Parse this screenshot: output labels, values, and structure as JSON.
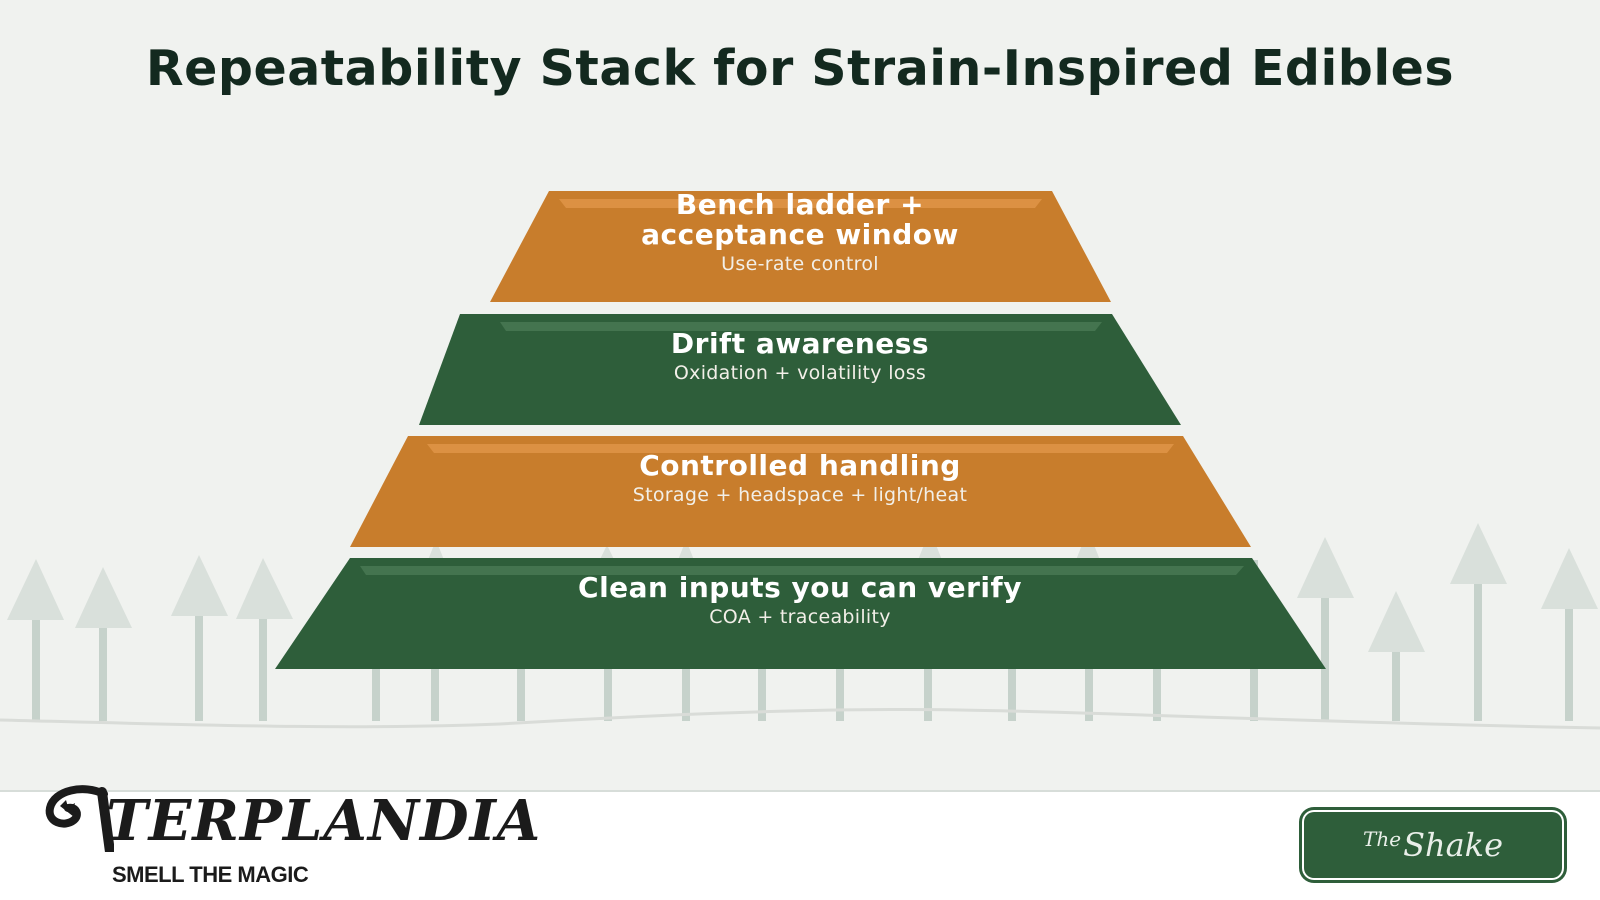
{
  "title": "Repeatability Stack for Strain-Inspired Edibles",
  "colors": {
    "background": "#f0f2ef",
    "title": "#13291f",
    "orange": "#c87d2c",
    "orange_highlight": "#dc9143",
    "green": "#2e5e3a",
    "green_highlight": "#44744f",
    "tree_canopy": "#d9e0db",
    "tree_trunk": "#c6d2cb",
    "ground_line": "#d9dcd8"
  },
  "pyramid": {
    "tiers": [
      {
        "level": "top",
        "title_line1": "Bench ladder +",
        "title_line2": "acceptance window",
        "subtitle": "Use-rate control",
        "color": "orange"
      },
      {
        "level": "second",
        "title": "Drift awareness",
        "subtitle": "Oxidation + volatility loss",
        "color": "green"
      },
      {
        "level": "third",
        "title": "Controlled handling",
        "subtitle": "Storage + headspace + light/heat",
        "color": "orange"
      },
      {
        "level": "base",
        "title": "Clean inputs you can verify",
        "subtitle": "COA + traceability",
        "color": "green"
      }
    ]
  },
  "footer": {
    "left_logo": {
      "name": "TERPLANDIA",
      "tagline": "SMELL THE MAGIC"
    },
    "right_logo": {
      "prefix": "The",
      "name": "Shake"
    }
  }
}
